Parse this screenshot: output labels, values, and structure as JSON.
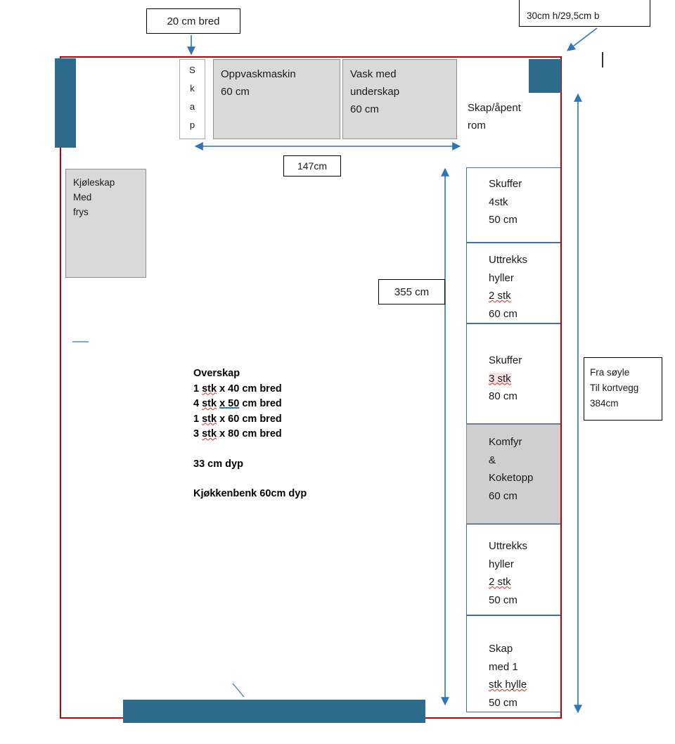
{
  "colors": {
    "room_outline": "#C00000",
    "teal_block": "#2D6C8C",
    "cabinet_fill": "#D9D9D9",
    "arrow": "#2E75B6"
  },
  "annotations": {
    "top_width_label": "20 cm bred",
    "corner_label": "30cm h/29,5cm b",
    "width_147": "147cm",
    "height_355": "355 cm",
    "side_note": {
      "l1": "Fra søyle",
      "l2": "Til kortvegg",
      "l3": "384cm"
    }
  },
  "top_row": {
    "skap_letters": [
      "S",
      "k",
      "a",
      "p"
    ],
    "dishwasher": {
      "l1": "Oppvaskmaskin",
      "l2": "60 cm"
    },
    "sink": {
      "l1": "Vask med",
      "l2": "underskap",
      "l3": "60 cm"
    },
    "open_space": {
      "l1": "Skap/åpent",
      "l2": "rom"
    }
  },
  "fridge": {
    "l1": "Kjøleskap",
    "l2": "Med",
    "l3": "frys"
  },
  "right_column": [
    {
      "lines": [
        "Skuffer",
        "4stk",
        "50 cm"
      ]
    },
    {
      "lines": [
        "Uttrekks",
        "hyller",
        "2 stk",
        "60 cm"
      ]
    },
    {
      "lines": [
        "Skuffer",
        "3 stk",
        "80 cm"
      ]
    },
    {
      "lines": [
        "Komfyr",
        "&",
        "Koketopp",
        "60 cm"
      ]
    },
    {
      "lines": [
        "Uttrekks",
        "hyller",
        "2 stk",
        "50 cm"
      ]
    },
    {
      "lines": [
        "Skap",
        "med 1",
        "stk hylle",
        "50 cm"
      ]
    }
  ],
  "overskap_block": {
    "title": "Overskap",
    "rows": [
      {
        "pre": "1 ",
        "stk": "stk",
        "mid": " x 40 cm bred"
      },
      {
        "pre": "4 ",
        "stk": "stk",
        "mid": " ",
        "u": "x 50",
        "post": " cm bred"
      },
      {
        "pre": "1 ",
        "stk": "stk",
        "mid": " x 60 cm bred"
      },
      {
        "pre": "3 ",
        "stk": "stk",
        "mid": " x 80 cm bred"
      }
    ],
    "depth": "33 cm dyp",
    "bench": "Kjøkkenbenk 60cm dyp"
  }
}
